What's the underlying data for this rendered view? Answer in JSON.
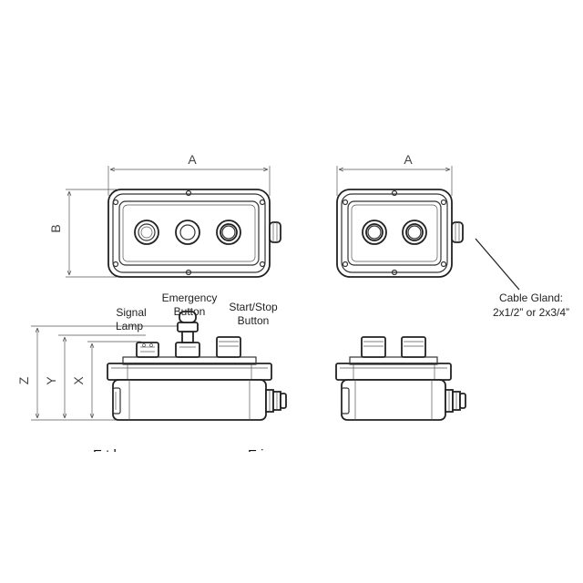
{
  "dimensions": {
    "a_top_left": "A",
    "a_top_right": "A",
    "b_height": "B",
    "z": "Z",
    "y": "Y",
    "x": "X"
  },
  "callouts": {
    "signal_lamp_line1": "Signal",
    "signal_lamp_line2": "Lamp",
    "emergency_line1": "Emergency",
    "emergency_line2": "Button",
    "start_stop_line1": "Start/Stop",
    "start_stop_line2": "Button",
    "cable_gland_line1": "Cable Gland:",
    "cable_gland_line2": "2x1/2” or 2x3/4”"
  },
  "cut_off_text": {
    "left": "E t  l",
    "right": "E  i"
  }
}
